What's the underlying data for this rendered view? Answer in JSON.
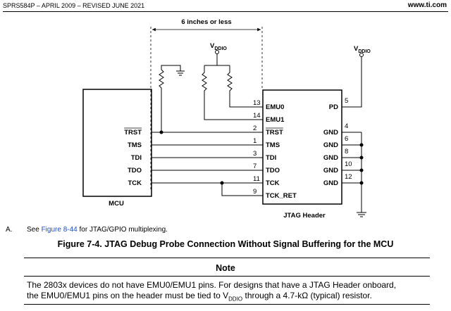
{
  "header": {
    "doc_ref": "SPRS584P – APRIL 2009 – REVISED JUNE 2021",
    "site": "www.ti.com"
  },
  "diagram": {
    "dimension_label": "6 inches or less",
    "vddio_main": "V",
    "vddio_main_sub": "DDIO",
    "vddio_pd": "V",
    "vddio_pd_sub": "DDIO",
    "mcu": {
      "label": "MCU",
      "pins": [
        "TRST",
        "TMS",
        "TDI",
        "TDO",
        "TCK"
      ]
    },
    "jtag": {
      "label": "JTAG Header",
      "left_pins": [
        {
          "name": "EMU0",
          "number": "13"
        },
        {
          "name": "EMU1",
          "number": "14"
        },
        {
          "name": "TRST",
          "number": "2"
        },
        {
          "name": "TMS",
          "number": "1"
        },
        {
          "name": "TDI",
          "number": "3"
        },
        {
          "name": "TDO",
          "number": "7"
        },
        {
          "name": "TCK",
          "number": "11"
        },
        {
          "name": "TCK_RET",
          "number": "9"
        }
      ],
      "right_pins": [
        {
          "name": "PD",
          "number": "5"
        },
        {
          "name": "GND",
          "number": "4"
        },
        {
          "name": "GND",
          "number": "6"
        },
        {
          "name": "GND",
          "number": "8"
        },
        {
          "name": "GND",
          "number": "10"
        },
        {
          "name": "GND",
          "number": "12"
        }
      ]
    }
  },
  "footnote": {
    "letter": "A.",
    "prefix": "See",
    "link": "Figure 8-44",
    "suffix": "for JTAG/GPIO multiplexing."
  },
  "caption": "Figure 7-4. JTAG Debug Probe Connection Without Signal Buffering for the MCU",
  "note": {
    "title": "Note",
    "line1": "The 2803x devices do not have EMU0/EMU1 pins. For designs that have a JTAG Header onboard,",
    "line2_pre": "the EMU0/EMU1 pins on the header must be tied to V",
    "line2_sub": "DDIO",
    "line2_post": " through a 4.7-kΩ (typical) resistor."
  }
}
